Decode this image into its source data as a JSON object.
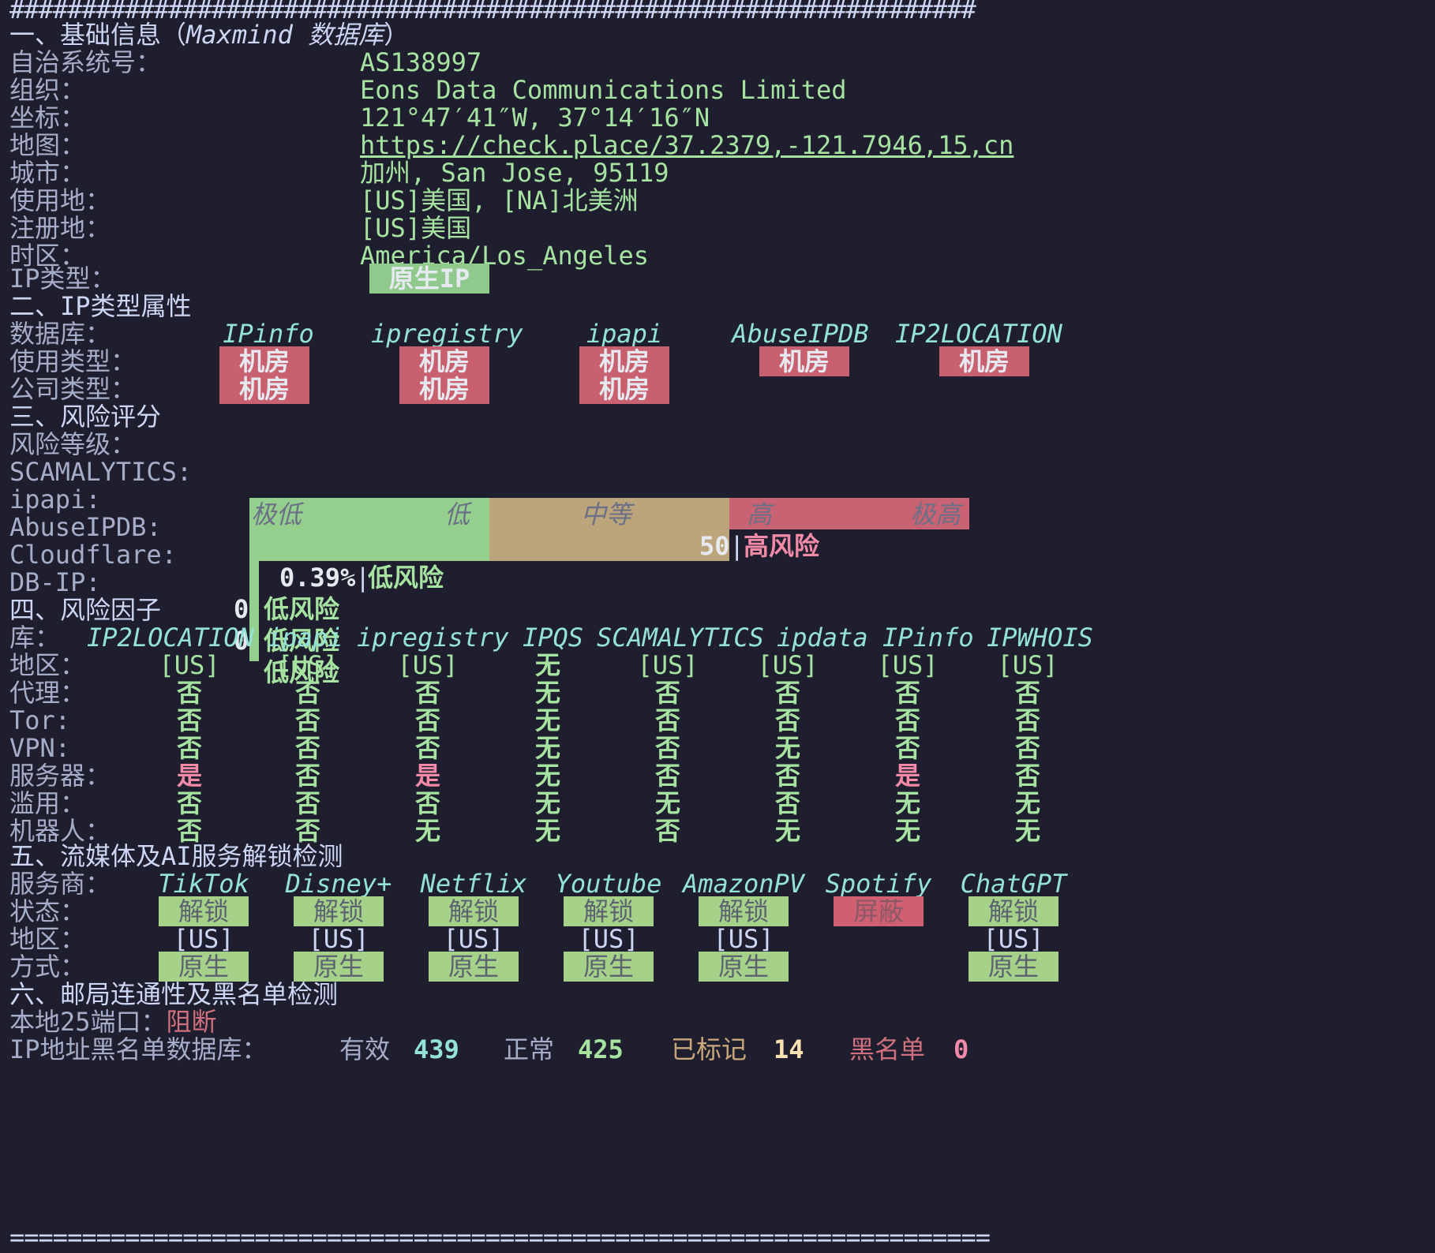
{
  "separator_top": "###################################################################",
  "separator_bottom": "====================================================================",
  "s1": {
    "title_prefix": "一、基础信息（",
    "title_em": "Maxmind 数据库",
    "title_suffix": "）",
    "rows": [
      {
        "label": "自治系统号：",
        "value": "AS138997"
      },
      {
        "label": "组织：",
        "value": "Eons Data Communications Limited"
      },
      {
        "label": "坐标：",
        "value": "121°47′41″W, 37°14′16″N"
      },
      {
        "label": "地图：",
        "value": "https://check.place/37.2379,-121.7946,15,cn"
      },
      {
        "label": "城市：",
        "value": "加州, San Jose, 95119"
      },
      {
        "label": "使用地：",
        "value": "[US]美国, [NA]北美洲"
      },
      {
        "label": "注册地：",
        "value": "[US]美国"
      },
      {
        "label": "时区：",
        "value": "America/Los_Angeles"
      }
    ],
    "ip_type_label": "IP类型：",
    "ip_type_value": "原生IP"
  },
  "s2": {
    "title": "二、IP类型属性",
    "db_label": "数据库：",
    "dbs": [
      "IPinfo",
      "ipregistry",
      "ipapi",
      "AbuseIPDB",
      "IP2LOCATION"
    ],
    "usage_label": "使用类型：",
    "usage": [
      "机房",
      "机房",
      "机房",
      "机房",
      "机房"
    ],
    "company_label": "公司类型：",
    "company": [
      "机房",
      "机房",
      "机房"
    ]
  },
  "s3": {
    "title": "三、风险评分",
    "level_label": "风险等级：",
    "levels": [
      "极低",
      "低",
      "中等",
      "高",
      "极高"
    ],
    "scam_label": "SCAMALYTICS:",
    "scam_score": "50",
    "scam_risk": "高风险",
    "ipapi_label": "ipapi:",
    "ipapi_score": "0.39%",
    "ipapi_risk": "低风险",
    "abuse_label": "AbuseIPDB:",
    "abuse_score": "0",
    "abuse_risk": "低风险",
    "cf_label": "Cloudflare:",
    "cf_score": "0",
    "cf_risk": "低风险",
    "dbip_label": "DB-IP:",
    "dbip_risk": "低风险",
    "bar_fill": {
      "scamalytics": 50,
      "ipapi": 0.39
    }
  },
  "s4": {
    "title": "四、风险因子",
    "lib_label": "库：",
    "cols": [
      "IP2LOCATION",
      "ipapi",
      "ipregistry",
      "IPQS",
      "SCAMALYTICS",
      "ipdata",
      "IPinfo",
      "IPWHOIS"
    ],
    "rows": [
      {
        "label": "地区：",
        "cells": [
          "[US]",
          "[US]",
          "[US]",
          "无",
          "[US]",
          "[US]",
          "[US]",
          "[US]"
        ]
      },
      {
        "label": "代理：",
        "cells": [
          "否",
          "否",
          "否",
          "无",
          "否",
          "否",
          "否",
          "否"
        ]
      },
      {
        "label": "Tor:",
        "cells": [
          "否",
          "否",
          "否",
          "无",
          "否",
          "否",
          "否",
          "否"
        ]
      },
      {
        "label": "VPN:",
        "cells": [
          "否",
          "否",
          "否",
          "无",
          "否",
          "无",
          "否",
          "否"
        ]
      },
      {
        "label": "服务器：",
        "cells": [
          "是",
          "否",
          "是",
          "无",
          "否",
          "否",
          "是",
          "否"
        ]
      },
      {
        "label": "滥用：",
        "cells": [
          "否",
          "否",
          "否",
          "无",
          "无",
          "否",
          "无",
          "无"
        ]
      },
      {
        "label": "机器人：",
        "cells": [
          "否",
          "否",
          "无",
          "无",
          "否",
          "无",
          "无",
          "无"
        ]
      }
    ]
  },
  "s5": {
    "title": "五、流媒体及AI服务解锁检测",
    "provider_label": "服务商：",
    "providers": [
      "TikTok",
      "Disney+",
      "Netflix",
      "Youtube",
      "AmazonPV",
      "Spotify",
      "ChatGPT"
    ],
    "status_label": "状态：",
    "status": [
      "解锁",
      "解锁",
      "解锁",
      "解锁",
      "解锁",
      "屏蔽",
      "解锁"
    ],
    "region_label": "地区：",
    "regions": [
      "[US]",
      "[US]",
      "[US]",
      "[US]",
      "[US]",
      "",
      "[US]"
    ],
    "method_label": "方式：",
    "methods": [
      "原生",
      "原生",
      "原生",
      "原生",
      "原生",
      "",
      "原生"
    ]
  },
  "s6": {
    "title": "六、邮局连通性及黑名单检测",
    "port_label": "本地25端口：",
    "port_value": "阻断",
    "bl_label": "IP地址黑名单数据库：",
    "valid_label": "有效",
    "valid_value": "439",
    "normal_label": "正常",
    "normal_value": "425",
    "marked_label": "已标记",
    "marked_value": "14",
    "black_label": "黑名单",
    "black_value": "0"
  },
  "colors": {
    "background": "#1e1e2e",
    "green_value": "#a6e3a1",
    "red_value": "#f38ba8",
    "teal_db": "#94e2d5",
    "tag_red": "#c9606f",
    "tag_green": "#8fc98b",
    "bar_tan": "#bca57a"
  }
}
